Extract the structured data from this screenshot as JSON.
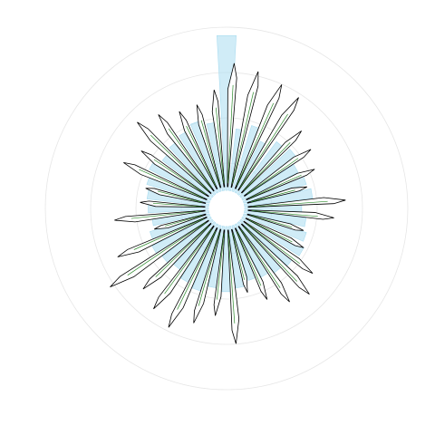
{
  "chart_data": {
    "type": "polar-bar",
    "title": "",
    "grid": true,
    "r_max": 1.0,
    "rings": [
      0.25,
      0.5,
      0.75,
      1.0
    ],
    "colors": {
      "grid": "#e6e6e6",
      "light_fill": "#a9dcf0",
      "dark_fill": "#ffffff",
      "dark_stroke": "#000000",
      "inner_line": "#2e8b2e"
    },
    "series": [
      {
        "style": "light",
        "angles": [
          0,
          10,
          20,
          30,
          40,
          50,
          60,
          70,
          80,
          90,
          100,
          110,
          120,
          130,
          140,
          150,
          160,
          170,
          180,
          190,
          200,
          210,
          220,
          230,
          240,
          250,
          260,
          270,
          280,
          290,
          300,
          310,
          320,
          330,
          340,
          350
        ],
        "values": [
          0.95,
          0.38,
          0.42,
          0.35,
          0.4,
          0.42,
          0.38,
          0.4,
          0.42,
          0.35,
          0.38,
          0.4,
          0.42,
          0.4,
          0.38,
          0.36,
          0.35,
          0.38,
          0.4,
          0.38,
          0.42,
          0.4,
          0.36,
          0.38,
          0.4,
          0.38,
          0.35,
          0.37,
          0.38,
          0.4,
          0.42,
          0.38,
          0.4,
          0.42,
          0.45,
          0.42
        ]
      },
      {
        "style": "dark",
        "angles": [
          3,
          13,
          24,
          33,
          44,
          55,
          66,
          75,
          86,
          95,
          106,
          117,
          127,
          136,
          146,
          156,
          166,
          176,
          186,
          196,
          206,
          216,
          226,
          236,
          246,
          254,
          264,
          274,
          284,
          294,
          304,
          314,
          324,
          334,
          344,
          354
        ],
        "values": [
          0.78,
          0.75,
          0.72,
          0.7,
          0.55,
          0.52,
          0.48,
          0.4,
          0.62,
          0.55,
          0.38,
          0.42,
          0.55,
          0.62,
          0.58,
          0.5,
          0.42,
          0.72,
          0.55,
          0.62,
          0.7,
          0.65,
          0.6,
          0.75,
          0.62,
          0.35,
          0.58,
          0.42,
          0.4,
          0.58,
          0.52,
          0.65,
          0.6,
          0.55,
          0.55,
          0.62
        ]
      }
    ]
  }
}
